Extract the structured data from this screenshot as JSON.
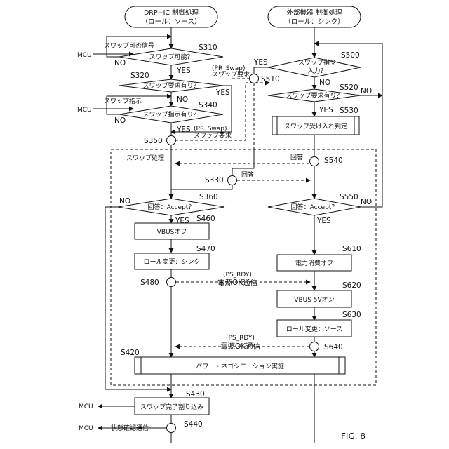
{
  "header": {
    "left_title_1": "DRP−IC 制御処理",
    "left_title_2": "（ロール：ソース）",
    "right_title_1": "外部機器 制御処理",
    "right_title_2": "（ロール：シンク）"
  },
  "mcu": {
    "label": "MCU",
    "swap_ok_signal": "スワップ可否信号",
    "swap_instruction": "スワップ指示",
    "interrupt_out": "MCU",
    "status_comm": "状態確認通信"
  },
  "yes": "YES",
  "no": "NO",
  "steps": {
    "S310": {
      "id": "S310",
      "text": "スワップ可能？"
    },
    "S320": {
      "id": "S320",
      "text": "スワップ要求有り？"
    },
    "S340": {
      "id": "S340",
      "text": "スワップ指示有り？"
    },
    "S350": {
      "id": "S350",
      "msg1": "(PR_Swap)",
      "msg2": "スワップ要求"
    },
    "S330": {
      "id": "S330",
      "msg": "回答"
    },
    "S360": {
      "id": "S360",
      "text": "回答：Accept？"
    },
    "S460": {
      "id": "S460",
      "text": "VBUSオフ"
    },
    "S470": {
      "id": "S470",
      "text": "ロール変更：シンク"
    },
    "S480": {
      "id": "S480",
      "msg1": "(PS_RDY)",
      "msg2": "電源OK通信"
    },
    "S420": {
      "id": "S420",
      "text": "パワー・ネゴシエーション実施"
    },
    "S430": {
      "id": "S430",
      "text": "スワップ完了割り込み"
    },
    "S440": {
      "id": "S440"
    },
    "S500": {
      "id": "S500",
      "text1": "スワップ指令",
      "text2": "入力？"
    },
    "S510": {
      "id": "S510",
      "msg1": "(PR_Swap)",
      "msg2": "スワップ要求"
    },
    "S520": {
      "id": "S520",
      "text": "スワップ要求有り？"
    },
    "S530": {
      "id": "S530",
      "text": "スワップ受け入れ判定"
    },
    "S540": {
      "id": "S540",
      "msg": "回答"
    },
    "S550": {
      "id": "S550",
      "text": "回答：Accept？"
    },
    "S610": {
      "id": "S610",
      "text": "電力消費オフ"
    },
    "S620": {
      "id": "S620",
      "text": "VBUS 5Vオン"
    },
    "S630": {
      "id": "S630",
      "text": "ロール変更：ソース"
    },
    "S640": {
      "id": "S640",
      "msg1": "(PS_RDY)",
      "msg2": "電源OK通信"
    }
  },
  "swap_process_label": "スワップ処理",
  "figure_label": "FIG. 8"
}
